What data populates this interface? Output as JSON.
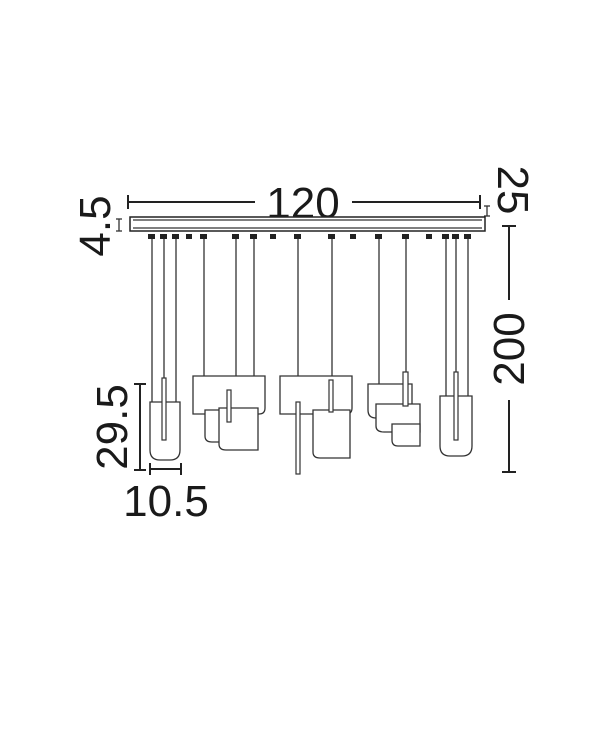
{
  "dimensions": {
    "width": "120",
    "depth": "25",
    "canopy_height": "4.5",
    "total_height": "200",
    "shade_height": "29.5",
    "shade_width": "10.5"
  }
}
